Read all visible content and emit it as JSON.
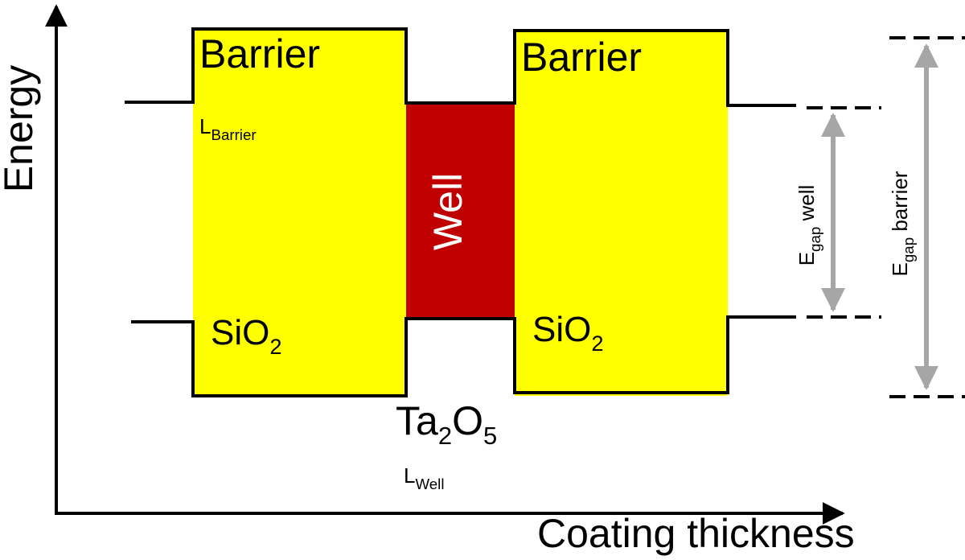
{
  "axes": {
    "y_label": "Energy",
    "x_label": "Coating thickness"
  },
  "regions": {
    "barrier_left_label": "Barrier",
    "barrier_right_label": "Barrier",
    "well_label": "Well",
    "barrier_material_left": {
      "base": "SiO",
      "sub": "2"
    },
    "barrier_material_right": {
      "base": "SiO",
      "sub": "2"
    },
    "well_material": {
      "part1": "Ta",
      "sub1": "2",
      "part2": "O",
      "sub2": "5"
    }
  },
  "lengths": {
    "barrier": {
      "base": "L",
      "sub": "Barrier"
    },
    "well": {
      "base": "L",
      "sub": "Well"
    }
  },
  "gaps": {
    "well": {
      "base": "E",
      "sub": "gap",
      "suffix": " well"
    },
    "barrier": {
      "base": "E",
      "sub": "gap",
      "suffix": " barrier"
    }
  },
  "colors": {
    "barrier_fill": "#ffff00",
    "well_fill": "#c00000",
    "outline": "#000000",
    "gap_arrow": "#a6a6a6"
  }
}
